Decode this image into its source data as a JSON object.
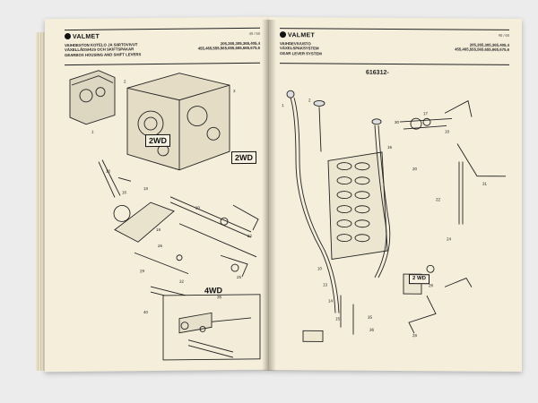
{
  "photo": {
    "subject": "Open Valmet tractor parts catalogue booklet",
    "background_color": "#ececec",
    "paper_color": "#f4eedb",
    "ink_color": "#111111"
  },
  "left_page": {
    "brand": "VALMET",
    "header_lines": [
      "VAIHDESTON KOTELO JA SIIRTOVIVUT",
      "VÄXELLÅDSHUS OCH SKIFTSPAKAR",
      "GEARBOX HOUSING AND SHIFT LEVERS"
    ],
    "model_lines": [
      "205,265,305,365,405,4",
      "455,465,555,565,655,665,665,675,6"
    ],
    "page_code": "40 / 50",
    "tags": [
      "2WD",
      "2WD",
      "4WD"
    ]
  },
  "right_page": {
    "brand": "VALMET",
    "header_lines": [
      "VAIHDEVIVUSTO",
      "VÄXELSPAKSYSTEM",
      "GEAR LEVER SYSTEM"
    ],
    "model_lines": [
      "205,265,305,365,405,4",
      "455,465,555,565,655,665,675,6"
    ],
    "page_code": "40 / 60",
    "ref_code": "616312-",
    "tags": [
      "2 WD"
    ]
  }
}
